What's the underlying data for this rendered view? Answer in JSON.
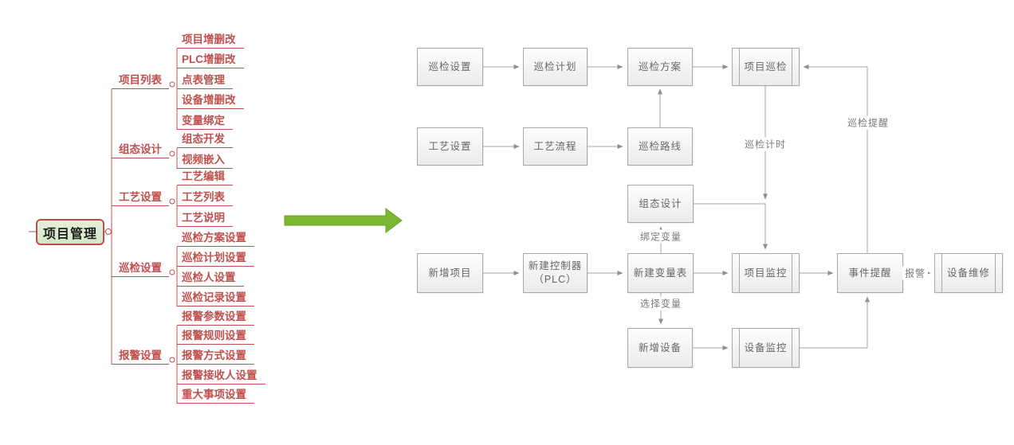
{
  "mindmap": {
    "root": "项目管理",
    "branches": [
      {
        "label": "项目列表",
        "children": [
          "项目增删改",
          "PLC增删改",
          "点表管理",
          "设备增删改",
          "变量绑定"
        ]
      },
      {
        "label": "组态设计",
        "children": [
          "组态开发",
          "视频嵌入"
        ]
      },
      {
        "label": "工艺设置",
        "children": [
          "工艺编辑",
          "工艺列表",
          "工艺说明"
        ]
      },
      {
        "label": "巡检设置",
        "children": [
          "巡检方案设置",
          "巡检计划设置",
          "巡检人设置",
          "巡检记录设置"
        ]
      },
      {
        "label": "报警设置",
        "children": [
          "报警参数设置",
          "报警规则设置",
          "报警方式设置",
          "报警接收人设置",
          "重大事项设置"
        ]
      }
    ]
  },
  "flowchart": {
    "nodes": [
      {
        "id": "inspect-settings",
        "label": "巡检设置",
        "type": "rect"
      },
      {
        "id": "inspect-plan",
        "label": "巡检计划",
        "type": "rect"
      },
      {
        "id": "inspect-scheme",
        "label": "巡检方案",
        "type": "rect"
      },
      {
        "id": "project-inspect",
        "label": "项目巡检",
        "type": "sub"
      },
      {
        "id": "process-settings",
        "label": "工艺设置",
        "type": "rect"
      },
      {
        "id": "process-flow",
        "label": "工艺流程",
        "type": "rect"
      },
      {
        "id": "inspect-route",
        "label": "巡检路线",
        "type": "rect"
      },
      {
        "id": "config-design",
        "label": "组态设计",
        "type": "rect"
      },
      {
        "id": "new-project",
        "label": "新增项目",
        "type": "rect"
      },
      {
        "id": "new-controller-plc",
        "label": "新建控制器\n（PLC）",
        "type": "rect"
      },
      {
        "id": "new-variable-table",
        "label": "新建变量表",
        "type": "rect"
      },
      {
        "id": "project-monitor",
        "label": "项目监控",
        "type": "sub"
      },
      {
        "id": "event-reminder",
        "label": "事件提醒",
        "type": "rect"
      },
      {
        "id": "device-repair",
        "label": "设备维修",
        "type": "sub"
      },
      {
        "id": "new-device",
        "label": "新增设备",
        "type": "rect"
      },
      {
        "id": "device-monitor",
        "label": "设备监控",
        "type": "sub"
      }
    ],
    "edge_labels": [
      "巡检计时",
      "巡检提醒",
      "绑定变量",
      "选择变量",
      "报警"
    ]
  },
  "colors": {
    "mindmap_accent": "#c0504d",
    "mindmap_root_fill": "#d9e8cf",
    "flow_border": "#a9a9a9",
    "flow_line": "#a0a0a0",
    "flow_text": "#666666",
    "green_arrow": "#7cb733"
  }
}
